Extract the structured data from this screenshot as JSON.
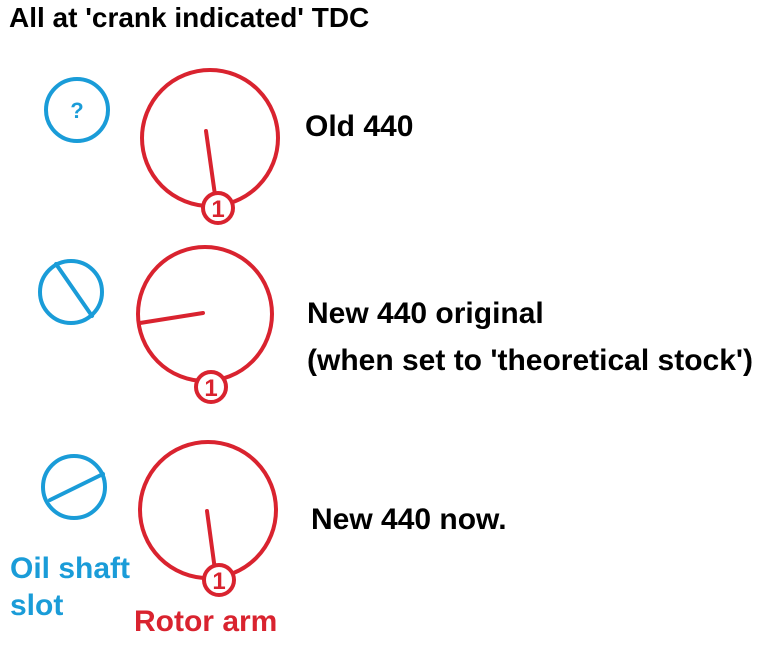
{
  "title": "All at 'crank indicated' TDC",
  "colors": {
    "rotor": "#d9232f",
    "oil_shaft": "#1a9cd8",
    "text": "#000000"
  },
  "rows": [
    {
      "label": "Old 440",
      "oil_shaft_symbol": "?",
      "cylinder_marker": "1"
    },
    {
      "label": "New 440 original",
      "sublabel": "(when set to 'theoretical stock')",
      "cylinder_marker": "1"
    },
    {
      "label": "New 440 now.",
      "cylinder_marker": "1"
    }
  ],
  "legend": {
    "oil_shaft_line1": "Oil shaft",
    "oil_shaft_line2": "slot",
    "rotor_arm": "Rotor arm"
  }
}
